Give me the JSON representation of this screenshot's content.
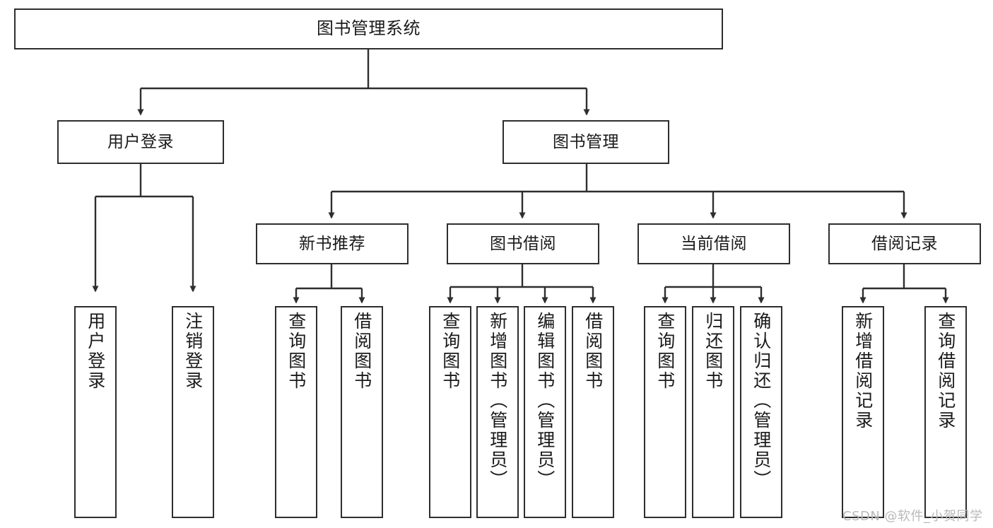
{
  "diagram": {
    "type": "tree-hierarchy-diagram",
    "title": "图书管理系统",
    "watermark": "CSDN @软件_小贺同学",
    "colors": {
      "border": "#2e2e2e",
      "node_fill": "#ffffff",
      "text": "#1a1a1a",
      "edge": "#2e2e2e",
      "watermark": "#b9b9b9",
      "background": "#ffffff"
    },
    "levels": {
      "root": {
        "label": "图书管理系统"
      },
      "level2": [
        {
          "id": "user-login",
          "label": "用户登录"
        },
        {
          "id": "book-management",
          "label": "图书管理"
        }
      ],
      "level3": [
        {
          "id": "new-book-recommend",
          "label": "新书推荐",
          "parent": "book-management"
        },
        {
          "id": "book-borrow",
          "label": "图书借阅",
          "parent": "book-management"
        },
        {
          "id": "current-borrow",
          "label": "当前借阅",
          "parent": "book-management"
        },
        {
          "id": "borrow-record",
          "label": "借阅记录",
          "parent": "book-management"
        }
      ],
      "leaves": {
        "user_login": [
          {
            "id": "leaf-user-login",
            "label": "用户登录"
          },
          {
            "id": "leaf-logout-login",
            "label": "注销登录"
          }
        ],
        "new_book_recommend": [
          {
            "id": "leaf-query-book-1",
            "label": "查询图书"
          },
          {
            "id": "leaf-borrow-book-1",
            "label": "借阅图书"
          }
        ],
        "book_borrow": [
          {
            "id": "leaf-query-book-2",
            "label": "查询图书"
          },
          {
            "id": "leaf-add-book",
            "label": "新增图书（管理员）"
          },
          {
            "id": "leaf-edit-book",
            "label": "编辑图书（管理员）"
          },
          {
            "id": "leaf-borrow-book-2",
            "label": "借阅图书"
          }
        ],
        "current_borrow": [
          {
            "id": "leaf-query-book-3",
            "label": "查询图书"
          },
          {
            "id": "leaf-return-book",
            "label": "归还图书"
          },
          {
            "id": "leaf-confirm-return",
            "label": "确认归还（管理员）"
          }
        ],
        "borrow_record": [
          {
            "id": "leaf-add-record",
            "label": "新增借阅记录"
          },
          {
            "id": "leaf-query-record",
            "label": "查询借阅记录"
          }
        ]
      }
    }
  }
}
